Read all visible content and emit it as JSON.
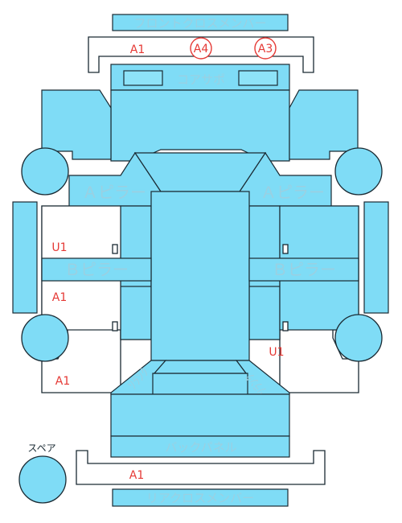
{
  "labels": {
    "front_cross_member": "フロントクロスメンバー",
    "core_support": "コアサポ",
    "a_pillar_left": "Ａピラー",
    "a_pillar_right": "Ａピラー",
    "b_pillar_left": "Ｂピラー",
    "b_pillar_right": "Ｂピラー",
    "back_panel": "バックパネル",
    "rear_cross_member": "リアクロスメンバー",
    "spare": "スペア",
    "trunk_left": "ｿﾗﾝｸ",
    "trunk_right": "ｿﾗﾝｸ"
  },
  "codes": {
    "front_a1": "A1",
    "front_a4": "A4",
    "front_a3": "A3",
    "left_u1": "U1",
    "left_a1": "A1",
    "left_lower_a1": "A1",
    "right_u1": "U1",
    "rear_a1": "A1"
  },
  "colors": {
    "panel": "#7fdcf6",
    "panel_dark": "#5dd0ef",
    "label_text": "#9ad0e2",
    "damage_code": "#e53935",
    "outline": "#1a2a33"
  }
}
